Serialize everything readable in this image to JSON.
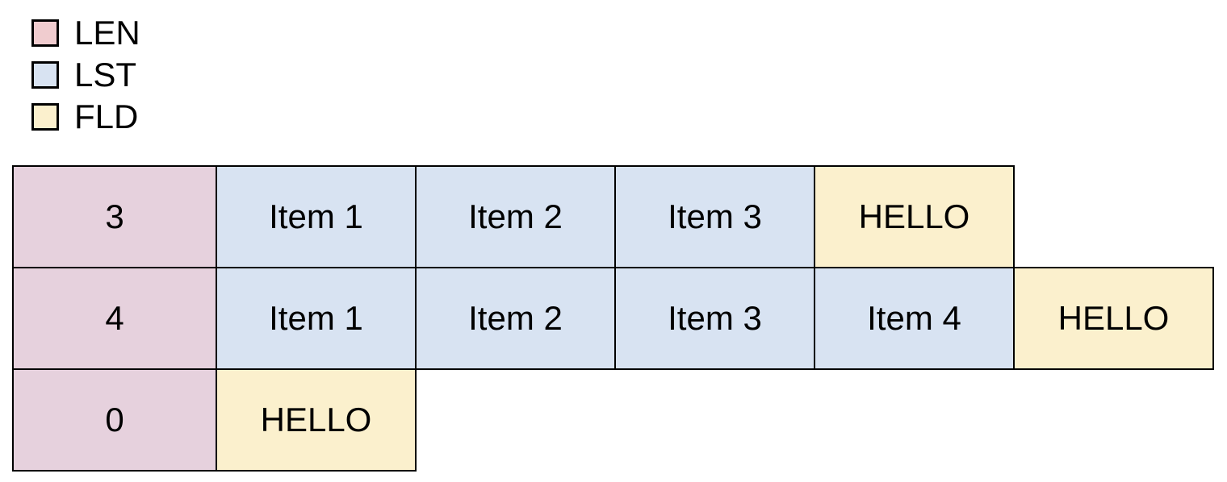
{
  "legend": {
    "items": [
      {
        "id": "len",
        "label": "LEN",
        "color": "#f0cccf"
      },
      {
        "id": "lst",
        "label": "LST",
        "color": "#d8e3f2"
      },
      {
        "id": "fld",
        "label": "FLD",
        "color": "#fbf0cd"
      }
    ]
  },
  "diagram": {
    "cell_colors": {
      "len": "#e6d1dd",
      "lst": "#d8e3f2",
      "fld": "#fbf0cd"
    },
    "border_color": "#000000",
    "rows": [
      {
        "cells": [
          {
            "type": "len",
            "text": "3"
          },
          {
            "type": "lst",
            "text": "Item 1"
          },
          {
            "type": "lst",
            "text": "Item 2"
          },
          {
            "type": "lst",
            "text": "Item 3"
          },
          {
            "type": "fld",
            "text": "HELLO"
          }
        ]
      },
      {
        "cells": [
          {
            "type": "len",
            "text": "4"
          },
          {
            "type": "lst",
            "text": "Item 1"
          },
          {
            "type": "lst",
            "text": "Item 2"
          },
          {
            "type": "lst",
            "text": "Item 3"
          },
          {
            "type": "lst",
            "text": "Item 4"
          },
          {
            "type": "fld",
            "text": "HELLO"
          }
        ]
      },
      {
        "cells": [
          {
            "type": "len",
            "text": "0"
          },
          {
            "type": "fld",
            "text": "HELLO"
          }
        ]
      }
    ]
  }
}
